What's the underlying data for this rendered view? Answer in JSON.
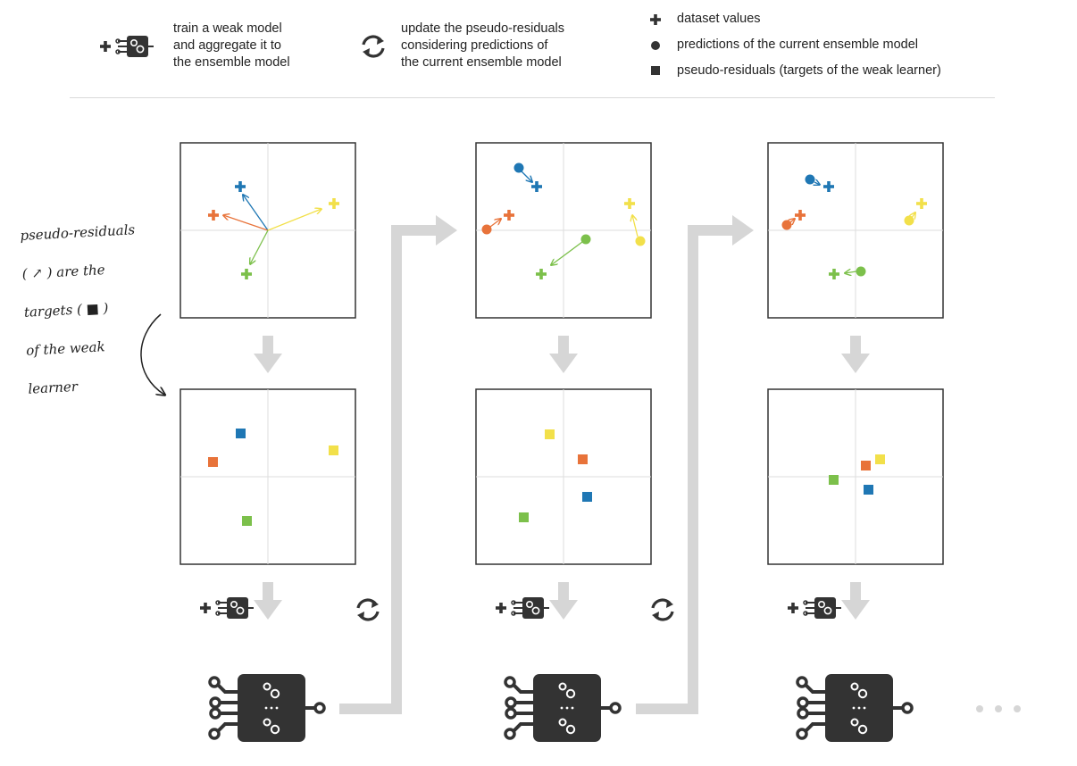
{
  "legend": {
    "train_text": [
      "train a weak model",
      "and aggregate it to",
      "the ensemble model"
    ],
    "update_text": [
      "update the pseudo-residuals",
      "considering predictions of",
      "the current ensemble model"
    ],
    "symbols": [
      {
        "icon": "plus-icon",
        "label": "dataset values"
      },
      {
        "icon": "circle-icon",
        "label": "predictions of the current ensemble model"
      },
      {
        "icon": "square-icon",
        "label": "pseudo-residuals (targets of the weak learner)"
      }
    ]
  },
  "note": {
    "lines": [
      "pseudo-residuals",
      "( ↗ ) are the",
      "targets ( ■ )",
      "of the weak",
      "learner"
    ]
  },
  "colors": {
    "blue": "#1f77b4",
    "orange": "#e8733a",
    "yellow": "#f2e04a",
    "green": "#7cc04b",
    "arrow": "#d6d6d6",
    "dark": "#333333",
    "frame": "#333333",
    "gridline": "#dddddd"
  },
  "icons": {
    "train": "plus-and-weak-model-icon",
    "update": "refresh-cycle-icon",
    "model": "ensemble-model-chip-icon",
    "ellipsis": "more-dots-icon"
  }
}
